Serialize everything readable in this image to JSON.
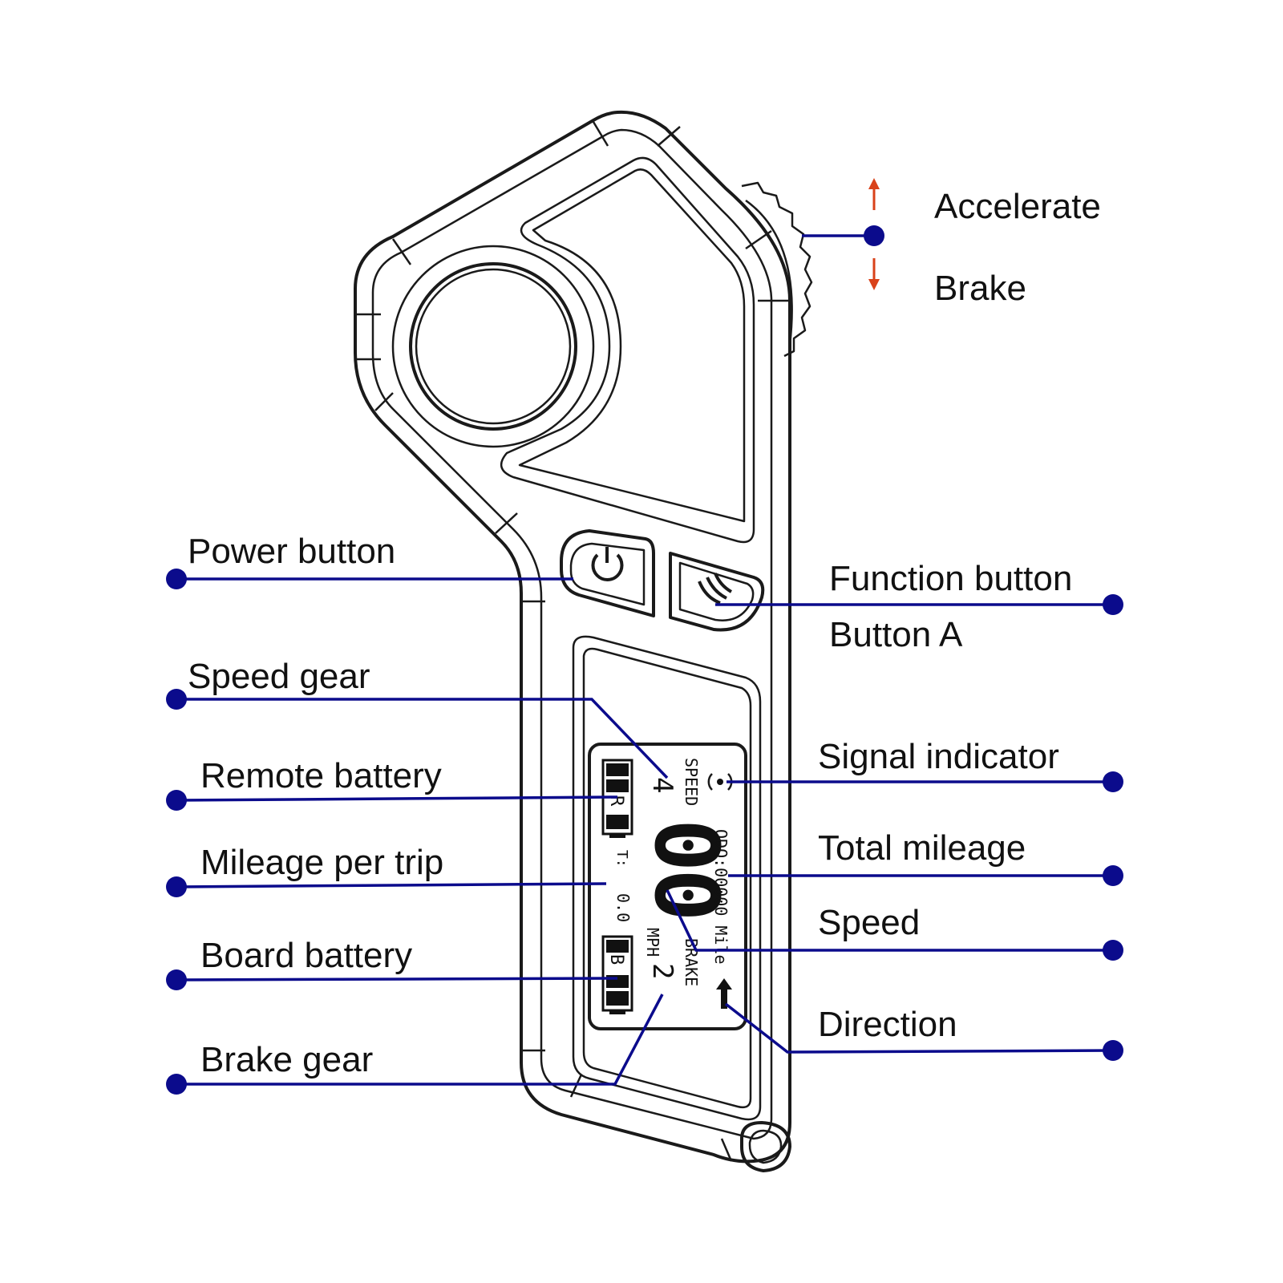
{
  "labels": {
    "accelerate": "Accelerate",
    "brake": "Brake",
    "power_button": "Power button",
    "function_button": "Function button",
    "button_a": "Button A",
    "speed_gear": "Speed gear",
    "signal_indicator": "Signal indicator",
    "remote_battery": "Remote battery",
    "total_mileage": "Total mileage",
    "mileage_per_trip": "Mileage per trip",
    "speed": "Speed",
    "board_battery": "Board battery",
    "direction": "Direction",
    "brake_gear": "Brake gear"
  },
  "display": {
    "speed_label": "SPEED",
    "speed_gear_value": "4",
    "brake_label": "BRAKE",
    "brake_gear_value": "2",
    "odometer": "ODO:00000 Mile",
    "speed_value": "00",
    "speed_unit": "MPH",
    "trip_label": "T:",
    "trip_value": "0.0",
    "remote_battery_tag": "R",
    "board_battery_tag": "B"
  },
  "colors": {
    "leader": "#0b0b8c",
    "arrow": "#d9421a",
    "outline": "#1a1a1a"
  }
}
